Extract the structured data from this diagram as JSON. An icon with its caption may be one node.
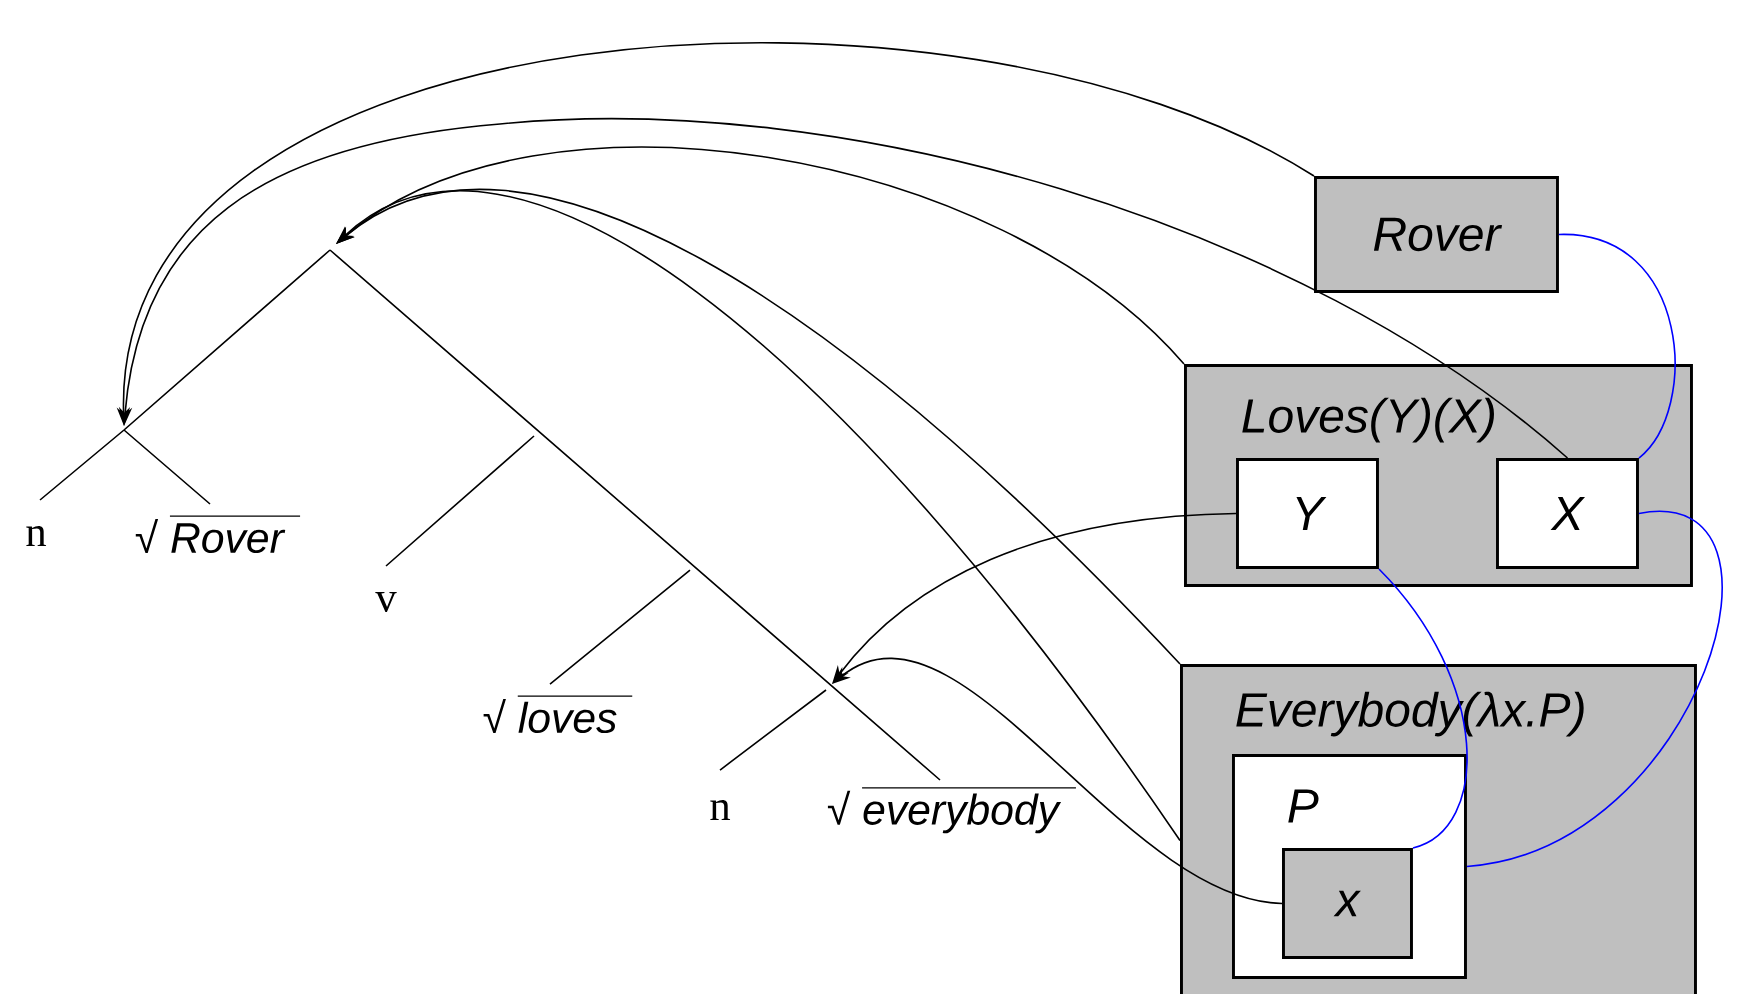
{
  "diagram": {
    "nodes": [
      {
        "text": [
          "n"
        ]
      },
      {
        "text": [
          "√ *Rover*"
        ]
      },
      {
        "text": [
          "v"
        ]
      },
      {
        "text": [
          "√ *loves*"
        ]
      },
      {
        "text": [
          "n"
        ]
      },
      {
        "text": [
          "√ *everybody*"
        ]
      },
      {
        "text": [
          "Rover"
        ]
      },
      {
        "text": [
          "Loves(Y)(X)"
        ]
      },
      {
        "text": [
          "Y"
        ],
        "in": 7
      },
      {
        "text": [
          "X"
        ],
        "in": 7
      },
      {
        "text": [
          "Everybody(λx.P)"
        ]
      },
      {
        "text": [
          "P"
        ],
        "in": 10
      },
      {
        "text": [
          "x"
        ],
        "in": 11
      }
    ],
    "edges": [
      {
        "from": 6,
        "to": null,
        "arrow": "to"
      },
      {
        "from": 9,
        "to": null,
        "arrow": "to"
      },
      {
        "from": 7,
        "to": null,
        "arrow": "to"
      },
      {
        "from": 10,
        "to": null,
        "arrow": "to"
      },
      {
        "from": 10,
        "to": null,
        "arrow": "to"
      },
      {
        "from": 8,
        "to": null,
        "arrow": "to"
      },
      {
        "from": 12,
        "to": null,
        "arrow": "to"
      },
      {
        "from": 6,
        "to": 9,
        "arrow": "none",
        "color": "#0000ff"
      },
      {
        "from": 9,
        "to": 11,
        "arrow": "none",
        "color": "#0000ff"
      },
      {
        "from": 8,
        "to": 12,
        "arrow": "none",
        "color": "#0000ff"
      }
    ]
  }
}
